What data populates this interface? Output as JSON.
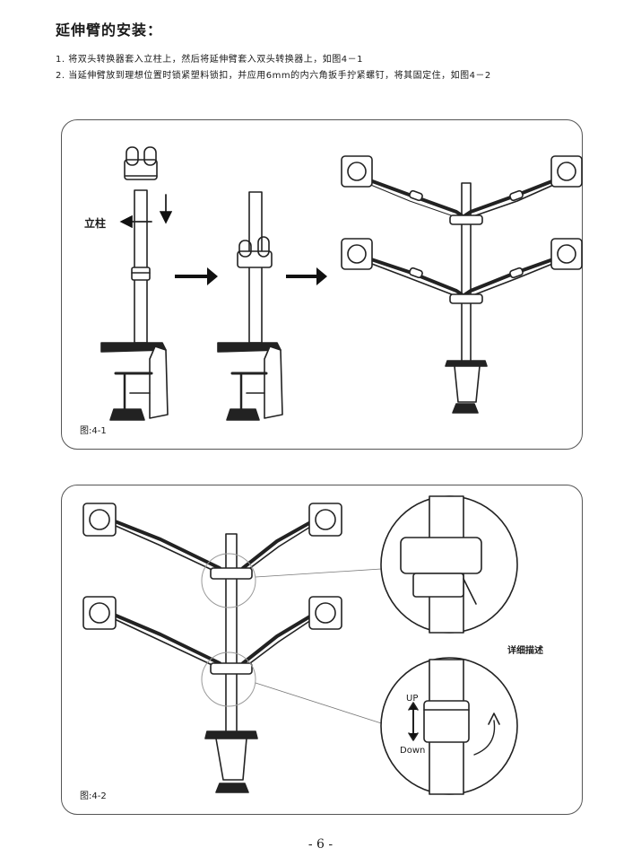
{
  "heading": "延伸臂的安装：",
  "steps": [
    "1. 将双头转换器套入立柱上，然后将延伸臂套入双头转换器上，如图4－1",
    "2. 当延伸臂放到理想位置时锁紧塑料锁扣，并应用6mm的内六角扳手拧紧螺钉，将其固定住，如图4－2"
  ],
  "figure1": {
    "label": "图:4-1",
    "column_label": "立柱"
  },
  "figure2": {
    "label": "图:4-2",
    "detail_label": "详细描述",
    "up_label": "UP",
    "down_label": "Down"
  },
  "page_number": "- 6 -"
}
